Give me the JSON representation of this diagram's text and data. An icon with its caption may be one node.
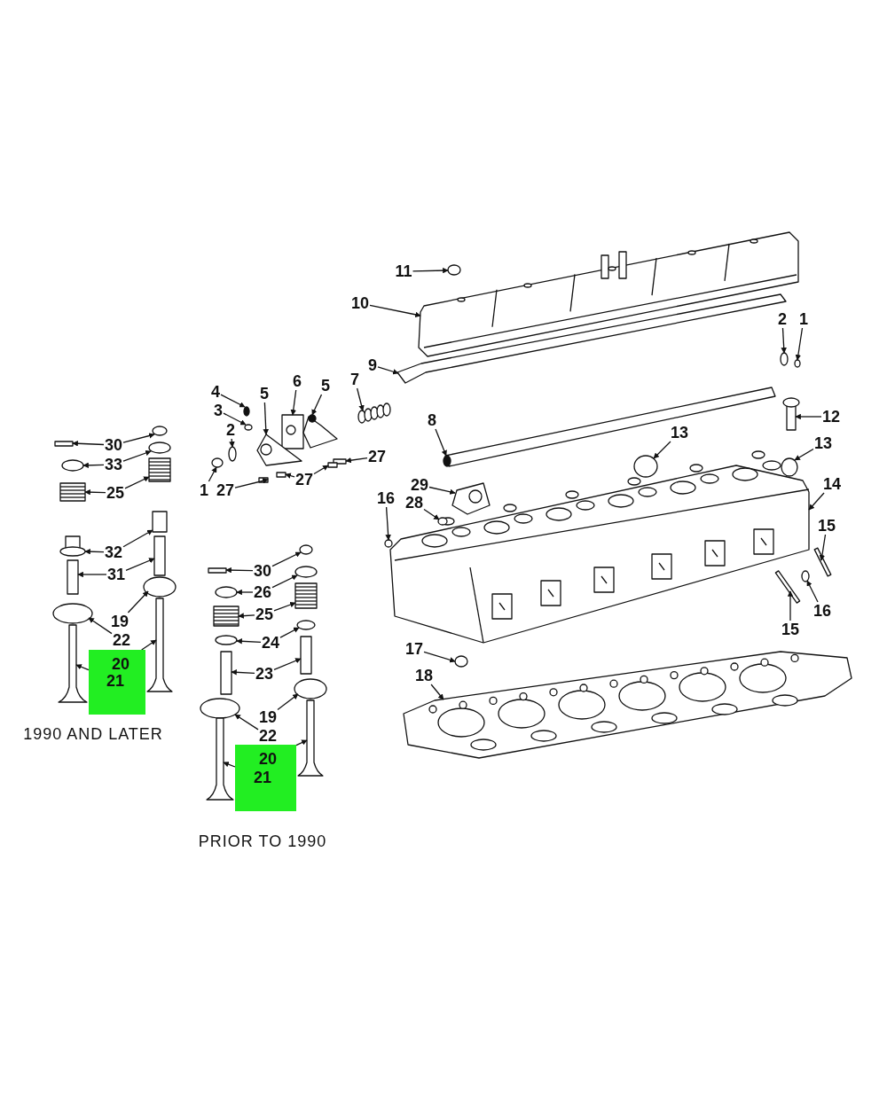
{
  "diagram": {
    "nodes": [
      {
        "text": [
          "11"
        ]
      },
      {
        "text": [
          "10"
        ]
      },
      {
        "text": [
          "2"
        ]
      },
      {
        "text": [
          "1"
        ]
      },
      {
        "text": [
          "9"
        ]
      },
      {
        "text": [
          "7"
        ]
      },
      {
        "text": [
          "6"
        ]
      },
      {
        "text": [
          "5"
        ]
      },
      {
        "text": [
          "4"
        ]
      },
      {
        "text": [
          "5"
        ]
      },
      {
        "text": [
          "3"
        ]
      },
      {
        "text": [
          "12"
        ]
      },
      {
        "text": [
          "8"
        ]
      },
      {
        "text": [
          "2"
        ]
      },
      {
        "text": [
          "13"
        ]
      },
      {
        "text": [
          "13"
        ]
      },
      {
        "text": [
          "30"
        ]
      },
      {
        "text": [
          "27"
        ]
      },
      {
        "text": [
          "33"
        ]
      },
      {
        "text": [
          "27"
        ]
      },
      {
        "text": [
          "14"
        ]
      },
      {
        "text": [
          "29"
        ]
      },
      {
        "text": [
          "1"
        ]
      },
      {
        "text": [
          "27"
        ]
      },
      {
        "text": [
          "25"
        ]
      },
      {
        "text": [
          "16"
        ]
      },
      {
        "text": [
          "28"
        ]
      },
      {
        "text": [
          "15"
        ]
      },
      {
        "text": [
          "32"
        ]
      },
      {
        "text": [
          "30"
        ]
      },
      {
        "text": [
          "31"
        ]
      },
      {
        "text": [
          "26"
        ]
      },
      {
        "text": [
          "16"
        ]
      },
      {
        "text": [
          "25"
        ]
      },
      {
        "text": [
          "19"
        ]
      },
      {
        "text": [
          "15"
        ]
      },
      {
        "text": [
          "22"
        ]
      },
      {
        "text": [
          "24"
        ]
      },
      {
        "text": [
          "17"
        ]
      },
      {
        "text": [
          "20",
          "21"
        ]
      },
      {
        "text": [
          "23"
        ]
      },
      {
        "text": [
          "18"
        ]
      },
      {
        "text": [
          "19"
        ]
      },
      {
        "text": [
          "22"
        ]
      },
      {
        "text": [
          "20",
          "21"
        ]
      },
      {
        "text": [],
        "shape": "circle"
      },
      {
        "text": [],
        "shape": "picture"
      },
      {
        "text": [],
        "shape": "circle"
      },
      {
        "text": [],
        "shape": "circle"
      },
      {
        "text": [],
        "shape": "picture"
      },
      {
        "text": [],
        "shape": "picture"
      },
      {
        "text": [],
        "shape": "picture"
      },
      {
        "text": [],
        "shape": "picture"
      },
      {
        "text": [],
        "shape": "circle"
      },
      {
        "text": [],
        "shape": "picture"
      },
      {
        "text": [],
        "shape": "circle"
      },
      {
        "text": [],
        "shape": "picture"
      },
      {
        "text": [],
        "shape": "picture"
      },
      {
        "text": [],
        "shape": "circle"
      },
      {
        "text": [],
        "shape": "circle"
      },
      {
        "text": [],
        "shape": "circle"
      },
      {
        "text": [],
        "shape": "box"
      },
      {
        "text": [],
        "shape": "circle"
      },
      {
        "text": [],
        "shape": "box"
      },
      {
        "text": [],
        "shape": "circle"
      },
      {
        "text": [],
        "shape": "circle"
      },
      {
        "text": [],
        "shape": "box"
      },
      {
        "text": [],
        "shape": "box"
      },
      {
        "text": [],
        "shape": "picture"
      },
      {
        "text": [],
        "shape": "picture"
      },
      {
        "text": [],
        "shape": "circle"
      },
      {
        "text": [],
        "shape": "box"
      },
      {
        "text": [],
        "shape": "picture"
      },
      {
        "text": [],
        "shape": "picture"
      },
      {
        "text": [],
        "shape": "circle"
      },
      {
        "text": [],
        "shape": "circle"
      },
      {
        "text": [],
        "shape": "bar"
      },
      {
        "text": [],
        "shape": "picture"
      },
      {
        "text": [],
        "shape": "box"
      },
      {
        "text": [],
        "shape": "box"
      },
      {
        "text": [],
        "shape": "circle"
      },
      {
        "text": [],
        "shape": "box"
      },
      {
        "text": [],
        "shape": "box"
      },
      {
        "text": [],
        "shape": "circle"
      },
      {
        "text": [],
        "shape": "circle"
      },
      {
        "text": [],
        "shape": "circle"
      },
      {
        "text": [],
        "shape": "picture"
      },
      {
        "text": [],
        "shape": "picture"
      },
      {
        "text": [],
        "shape": "circle"
      },
      {
        "text": [],
        "shape": "bar"
      },
      {
        "text": [],
        "shape": "circle"
      },
      {
        "text": [],
        "shape": "circle"
      },
      {
        "text": [],
        "shape": "circle"
      },
      {
        "text": [],
        "shape": "circle"
      },
      {
        "text": [],
        "shape": "picture"
      },
      {
        "text": [],
        "shape": "picture"
      },
      {
        "text": [],
        "shape": "box"
      },
      {
        "text": [],
        "shape": "box"
      },
      {
        "text": [],
        "shape": "picture"
      },
      {
        "text": [],
        "shape": "circle"
      },
      {
        "text": [],
        "shape": "circle"
      },
      {
        "text": [],
        "shape": "picture"
      },
      {
        "text": [],
        "shape": "picture"
      }
    ],
    "edges": [
      {
        "from": 0,
        "to": 45,
        "arrow": "to"
      },
      {
        "from": 1,
        "to": 46,
        "arrow": "to"
      },
      {
        "from": 2,
        "to": 47,
        "arrow": "to"
      },
      {
        "from": 3,
        "to": 48,
        "arrow": "to"
      },
      {
        "from": 4,
        "to": 49,
        "arrow": "to"
      },
      {
        "from": 5,
        "to": 50,
        "arrow": "to"
      },
      {
        "from": 6,
        "to": 51,
        "arrow": "to"
      },
      {
        "from": 7,
        "to": 52,
        "arrow": "to"
      },
      {
        "from": 8,
        "to": 53,
        "arrow": "to"
      },
      {
        "from": 9,
        "to": 54,
        "arrow": "to"
      },
      {
        "from": 10,
        "to": 55,
        "arrow": "to"
      },
      {
        "from": 11,
        "to": 56,
        "arrow": "to"
      },
      {
        "from": 12,
        "to": 57,
        "arrow": "to"
      },
      {
        "from": 13,
        "to": 58,
        "arrow": "to"
      },
      {
        "from": 14,
        "to": 59,
        "arrow": "to"
      },
      {
        "from": 15,
        "to": 60,
        "arrow": "to"
      },
      {
        "from": 16,
        "to": 61,
        "arrow": "to"
      },
      {
        "from": 16,
        "to": 62,
        "arrow": "to"
      },
      {
        "from": 17,
        "to": 63,
        "arrow": "to"
      },
      {
        "from": 18,
        "to": 64,
        "arrow": "to"
      },
      {
        "from": 18,
        "to": 65,
        "arrow": "to"
      },
      {
        "from": 19,
        "to": 66,
        "arrow": "to"
      },
      {
        "from": 19,
        "to": 67,
        "arrow": "to"
      },
      {
        "from": 20,
        "to": 68,
        "arrow": "to"
      },
      {
        "from": 21,
        "to": 69,
        "arrow": "to"
      },
      {
        "from": 22,
        "to": 70,
        "arrow": "to"
      },
      {
        "from": 23,
        "to": 71,
        "arrow": "to"
      },
      {
        "from": 24,
        "to": 72,
        "arrow": "to"
      },
      {
        "from": 24,
        "to": 73,
        "arrow": "to"
      },
      {
        "from": 25,
        "to": 74,
        "arrow": "to"
      },
      {
        "from": 26,
        "to": 75,
        "arrow": "to"
      },
      {
        "from": 27,
        "to": 76,
        "arrow": "to"
      },
      {
        "from": 28,
        "to": 77,
        "arrow": "to"
      },
      {
        "from": 28,
        "to": 78,
        "arrow": "to"
      },
      {
        "from": 29,
        "to": 79,
        "arrow": "to"
      },
      {
        "from": 29,
        "to": 80,
        "arrow": "to"
      },
      {
        "from": 30,
        "to": 81,
        "arrow": "to"
      },
      {
        "from": 30,
        "to": 82,
        "arrow": "to"
      },
      {
        "from": 31,
        "to": 83,
        "arrow": "to"
      },
      {
        "from": 31,
        "to": 84,
        "arrow": "to"
      },
      {
        "from": 32,
        "to": 85,
        "arrow": "to"
      },
      {
        "from": 33,
        "to": 86,
        "arrow": "to"
      },
      {
        "from": 33,
        "to": 87,
        "arrow": "to"
      },
      {
        "from": 34,
        "to": 88,
        "arrow": "to"
      },
      {
        "from": 35,
        "to": 89,
        "arrow": "to"
      },
      {
        "from": 36,
        "to": 90,
        "arrow": "to"
      },
      {
        "from": 37,
        "to": 91,
        "arrow": "to"
      },
      {
        "from": 37,
        "to": 92,
        "arrow": "to"
      },
      {
        "from": 38,
        "to": 93,
        "arrow": "to"
      },
      {
        "from": 39,
        "to": 94,
        "arrow": "to"
      },
      {
        "from": 39,
        "to": 95,
        "arrow": "to"
      },
      {
        "from": 40,
        "to": 96,
        "arrow": "to"
      },
      {
        "from": 40,
        "to": 97,
        "arrow": "to"
      },
      {
        "from": 41,
        "to": 98,
        "arrow": "to"
      },
      {
        "from": 42,
        "to": 99,
        "arrow": "to"
      },
      {
        "from": 43,
        "to": 100,
        "arrow": "to"
      },
      {
        "from": 44,
        "to": 101,
        "arrow": "to"
      },
      {
        "from": 44,
        "to": 102,
        "arrow": "to"
      }
    ],
    "labels": [
      "1990 AND LATER",
      "PRIOR TO 1990"
    ]
  }
}
